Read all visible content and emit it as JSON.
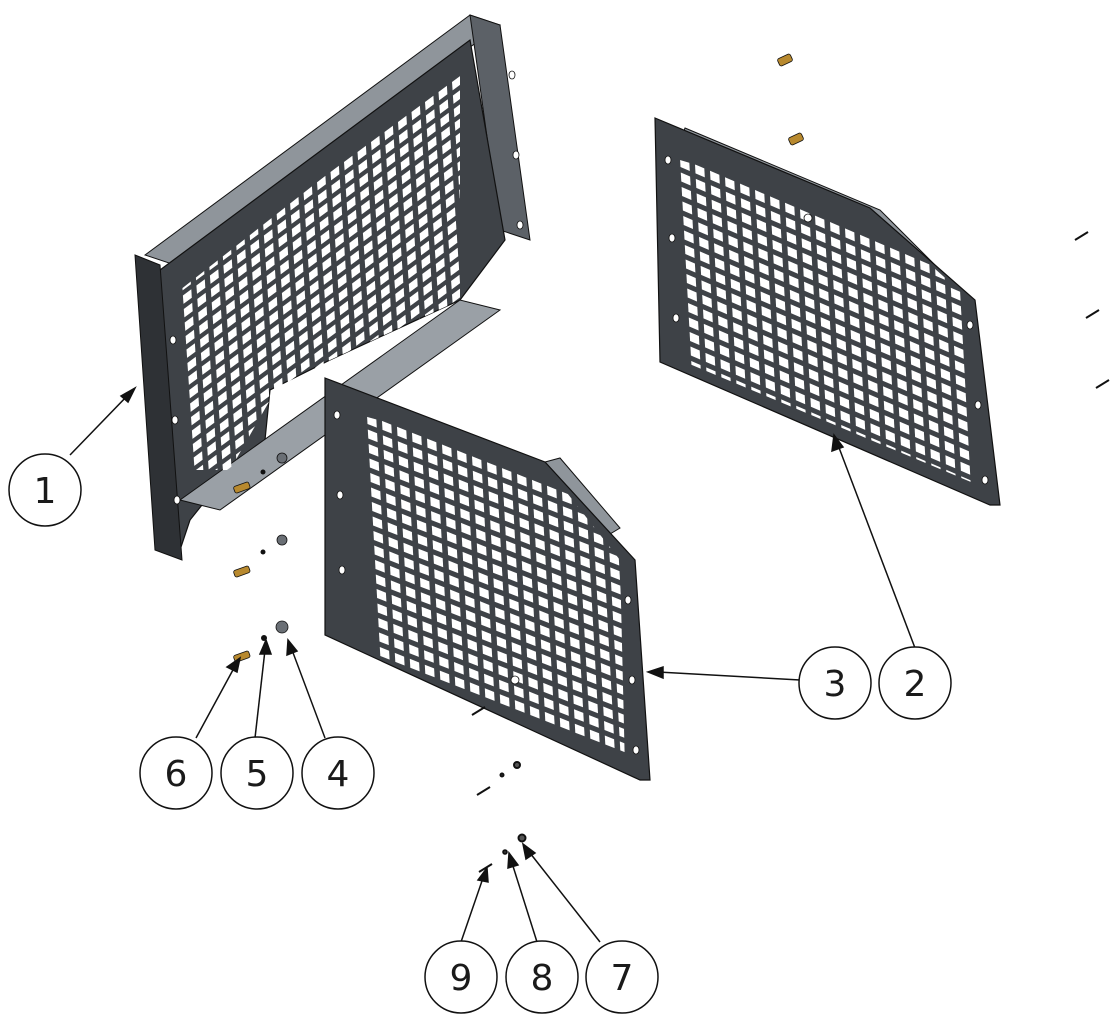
{
  "diagram": {
    "type": "exploded-assembly",
    "callouts": [
      {
        "id": "c1",
        "label": "1",
        "part": "rear-screen-frame"
      },
      {
        "id": "c2",
        "label": "2",
        "part": "upper-screen-panel"
      },
      {
        "id": "c3",
        "label": "3",
        "part": "lower-screen-panel"
      },
      {
        "id": "c4",
        "label": "4",
        "part": "flat-washer"
      },
      {
        "id": "c5",
        "label": "5",
        "part": "lock-washer"
      },
      {
        "id": "c6",
        "label": "6",
        "part": "bolt"
      },
      {
        "id": "c7",
        "label": "7",
        "part": "flat-washer-small"
      },
      {
        "id": "c8",
        "label": "8",
        "part": "lock-washer-small"
      },
      {
        "id": "c9",
        "label": "9",
        "part": "screw"
      }
    ],
    "colors": {
      "panel_face": "#3e4247",
      "panel_edge": "#23262a",
      "flange": "#8f959b",
      "hole": "#ffffff",
      "bolt_brass": "#b8892e",
      "line": "#111111"
    }
  }
}
